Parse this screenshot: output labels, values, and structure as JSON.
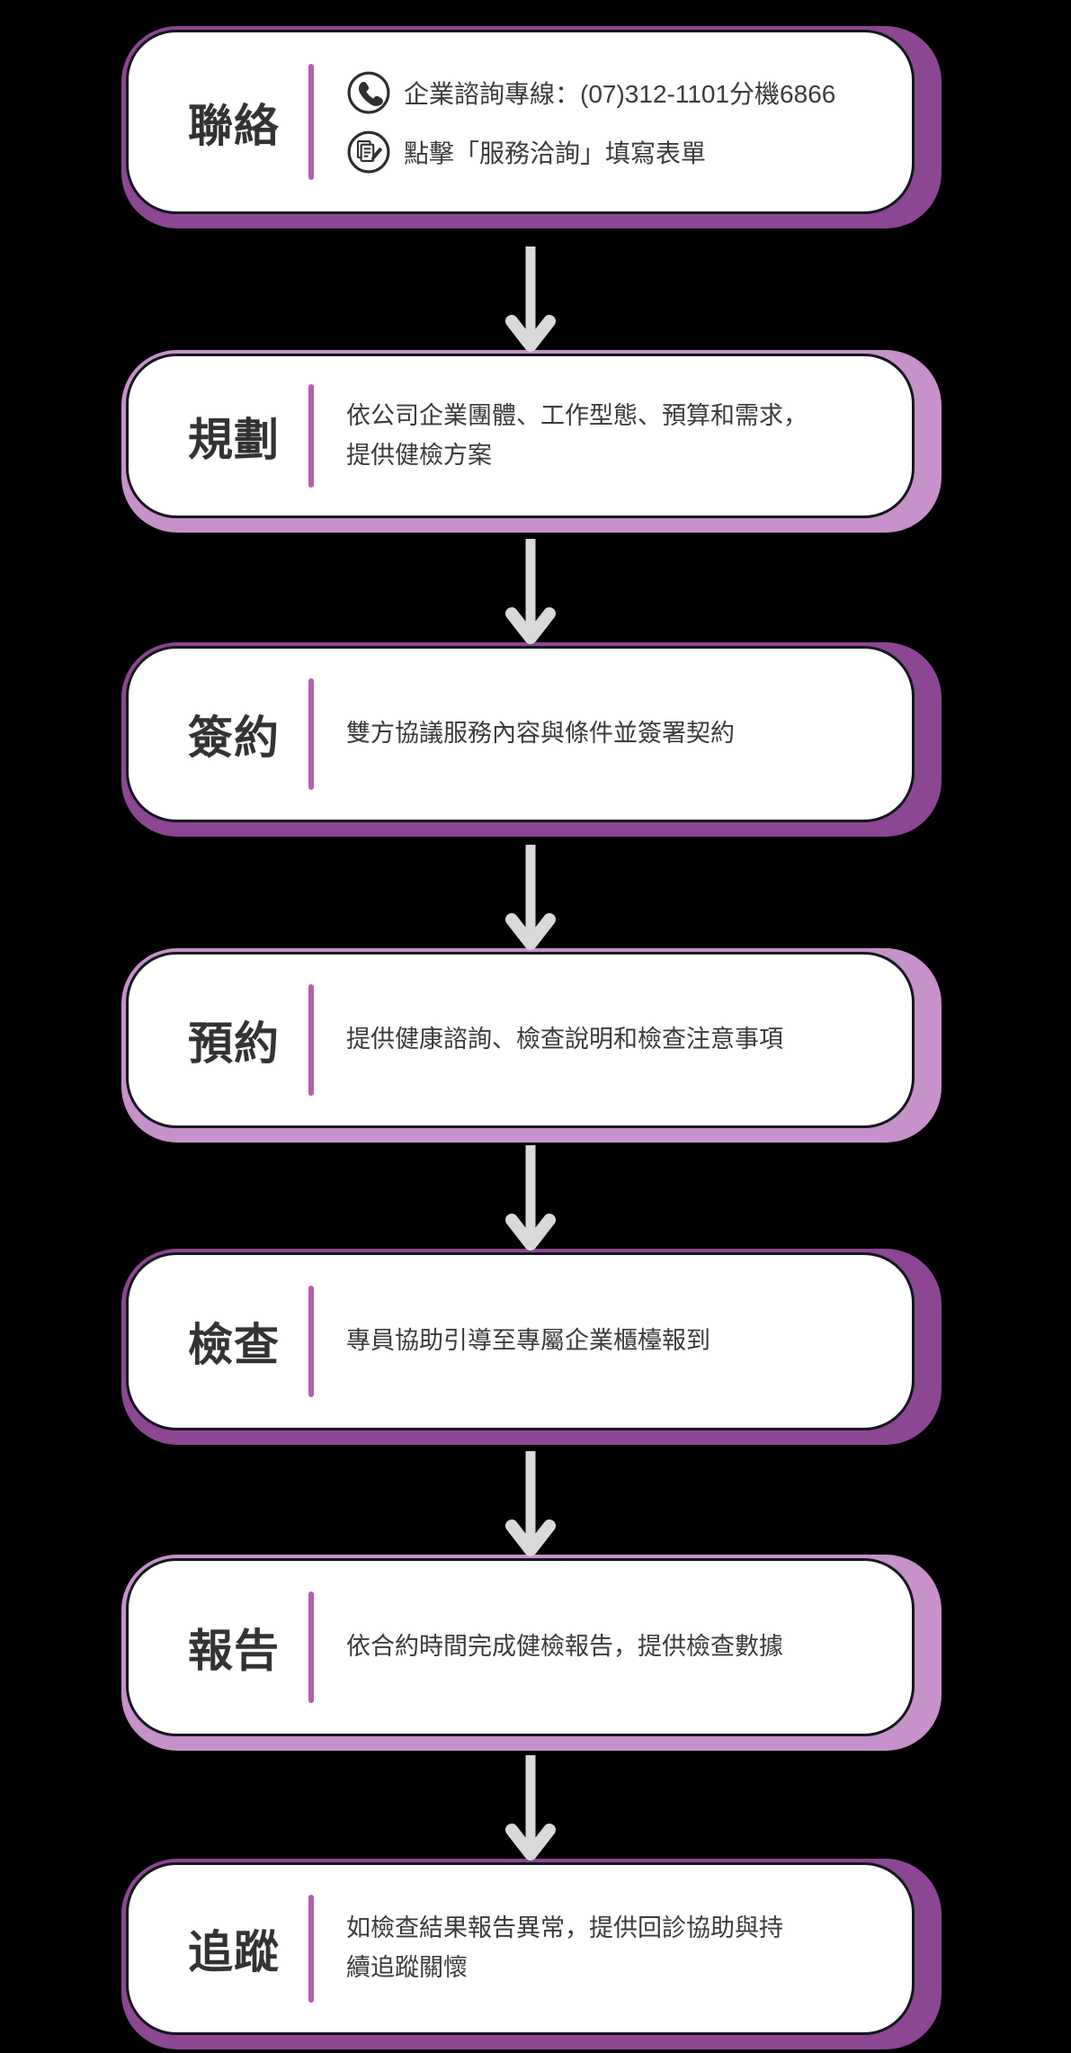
{
  "page": {
    "background": "#000000",
    "description_type": "vertical-process-flowchart"
  },
  "colors": {
    "background": "#000000",
    "card_fill": "#ffffff",
    "card_outline": "#15151e",
    "shadow_dark": "#8b4792",
    "shadow_light": "#c791ca",
    "divider": "#b35fae",
    "title_text": "#333333",
    "body_text": "#3b3b3b",
    "arrow": "#d9d9d9",
    "icon_stroke": "#2e2e2e"
  },
  "steps": [
    {
      "id": 1,
      "title": "聯絡",
      "shadow": "dark",
      "lines": [
        {
          "icon": "phone-icon",
          "text": "企業諮詢專線：(07)312-1101分機6866"
        },
        {
          "icon": "form-pen-icon",
          "text": "點擊「服務洽詢」填寫表單"
        }
      ]
    },
    {
      "id": 2,
      "title": "規劃",
      "shadow": "light",
      "description": "依公司企業團體、工作型態、預算和需求，\n提供健檢方案"
    },
    {
      "id": 3,
      "title": "簽約",
      "shadow": "dark",
      "description": "雙方協議服務內容與條件並簽署契約"
    },
    {
      "id": 4,
      "title": "預約",
      "shadow": "light",
      "description": "提供健康諮詢、檢查說明和檢查注意事項"
    },
    {
      "id": 5,
      "title": "檢查",
      "shadow": "dark",
      "description": "專員協助引導至專屬企業櫃檯報到"
    },
    {
      "id": 6,
      "title": "報告",
      "shadow": "light",
      "description": "依合約時間完成健檢報告，提供檢查數據"
    },
    {
      "id": 7,
      "title": "追蹤",
      "shadow": "dark",
      "description": "如檢查結果報告異常，提供回診協助與持\n續追蹤關懷"
    }
  ],
  "connectors": {
    "type": "arrow-down",
    "count": 6
  }
}
